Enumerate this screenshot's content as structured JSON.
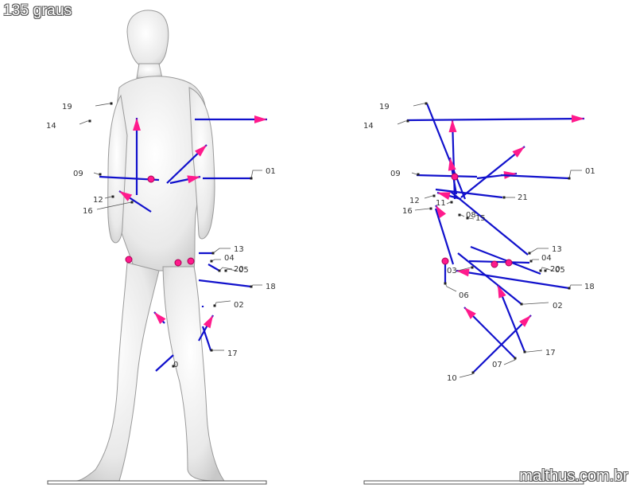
{
  "header": {
    "angle_label": "135 graus"
  },
  "footer": {
    "site_label": "malthus.com.br"
  },
  "colors": {
    "vector_line": "#1111cc",
    "arrow_head": "#ff1a8c",
    "leader": "#555555",
    "figure": "#f0f0f0"
  },
  "left_view": {
    "labels": [
      "19",
      "14",
      "09",
      "12",
      "16",
      "01",
      "13",
      "04",
      "20",
      "05",
      "18",
      "02",
      "17",
      "0"
    ]
  },
  "right_view": {
    "labels": [
      "19",
      "14",
      "09",
      "12",
      "11",
      "16",
      "21",
      "08",
      "15",
      "01",
      "13",
      "04",
      "03",
      "20",
      "05",
      "06",
      "18",
      "02",
      "17",
      "07",
      "10"
    ]
  }
}
